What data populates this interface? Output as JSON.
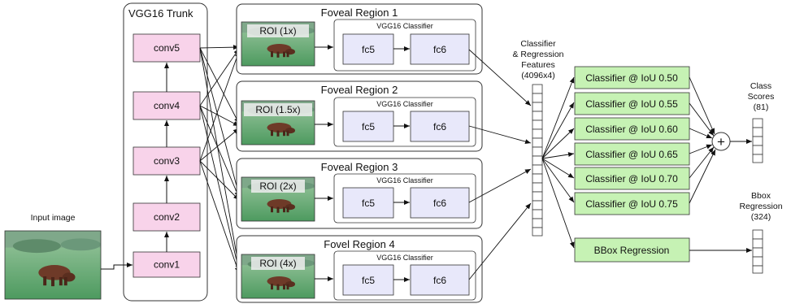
{
  "input": {
    "label": "Input image"
  },
  "trunk": {
    "title": "VGG16 Trunk",
    "layers": [
      "conv1",
      "conv2",
      "conv3",
      "conv4",
      "conv5"
    ]
  },
  "regions": [
    {
      "title": "Foveal Region 1",
      "roi": "ROI (1x)"
    },
    {
      "title": "Foveal Region 2",
      "roi": "ROI (1.5x)"
    },
    {
      "title": "Foveal Region 3",
      "roi": "ROI (2x)"
    },
    {
      "title": "Fovel Region 4",
      "roi": "ROI (4x)"
    }
  ],
  "classifier": {
    "title": "VGG16 Classifier",
    "fc_a": "fc5",
    "fc_b": "fc6"
  },
  "features": {
    "line1": "Classifier",
    "line2": "& Regression",
    "line3": "Features",
    "line4": "(4096x4)"
  },
  "heads": [
    "Classifier @ IoU 0.50",
    "Classifier @ IoU 0.55",
    "Classifier @ IoU 0.60",
    "Classifier @ IoU 0.65",
    "Classifier @ IoU 0.70",
    "Classifier @ IoU 0.75"
  ],
  "bbox_head": "BBox Regression",
  "sum_symbol": "+",
  "class_scores": {
    "line1": "Class",
    "line2": "Scores",
    "line3": "(81)"
  },
  "bbox_out": {
    "line1": "Bbox",
    "line2": "Regression",
    "line3": "(324)"
  },
  "colors": {
    "conv_fill": "#f8d3ea",
    "fc_fill": "#e8e8fa",
    "head_fill": "#c6f2b4",
    "grass": "#5fa772",
    "cow": "#6e3a28"
  }
}
